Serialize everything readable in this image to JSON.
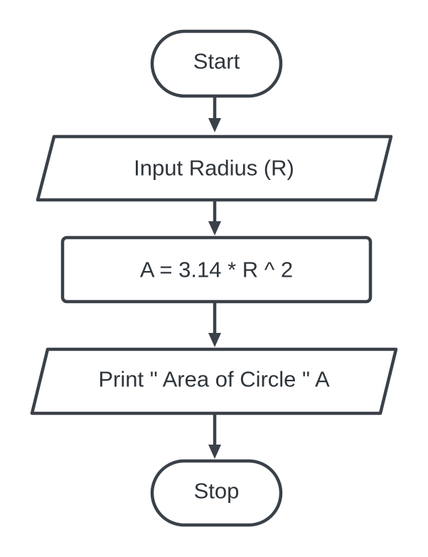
{
  "flowchart": {
    "nodes": [
      {
        "id": "start",
        "shape": "terminator",
        "label": "Start"
      },
      {
        "id": "input",
        "shape": "parallelogram",
        "label": "Input Radius (R)"
      },
      {
        "id": "process",
        "shape": "rectangle",
        "label": "A = 3.14 * R ^ 2"
      },
      {
        "id": "output",
        "shape": "parallelogram",
        "label": "Print \" Area of Circle \" A"
      },
      {
        "id": "stop",
        "shape": "terminator",
        "label": "Stop"
      }
    ],
    "edges": [
      {
        "from": "start",
        "to": "input"
      },
      {
        "from": "input",
        "to": "process"
      },
      {
        "from": "process",
        "to": "output"
      },
      {
        "from": "output",
        "to": "stop"
      }
    ],
    "colors": {
      "stroke": "#3a4149",
      "text": "#2f353b",
      "fill": "#ffffff",
      "background": "#ffffff"
    }
  }
}
